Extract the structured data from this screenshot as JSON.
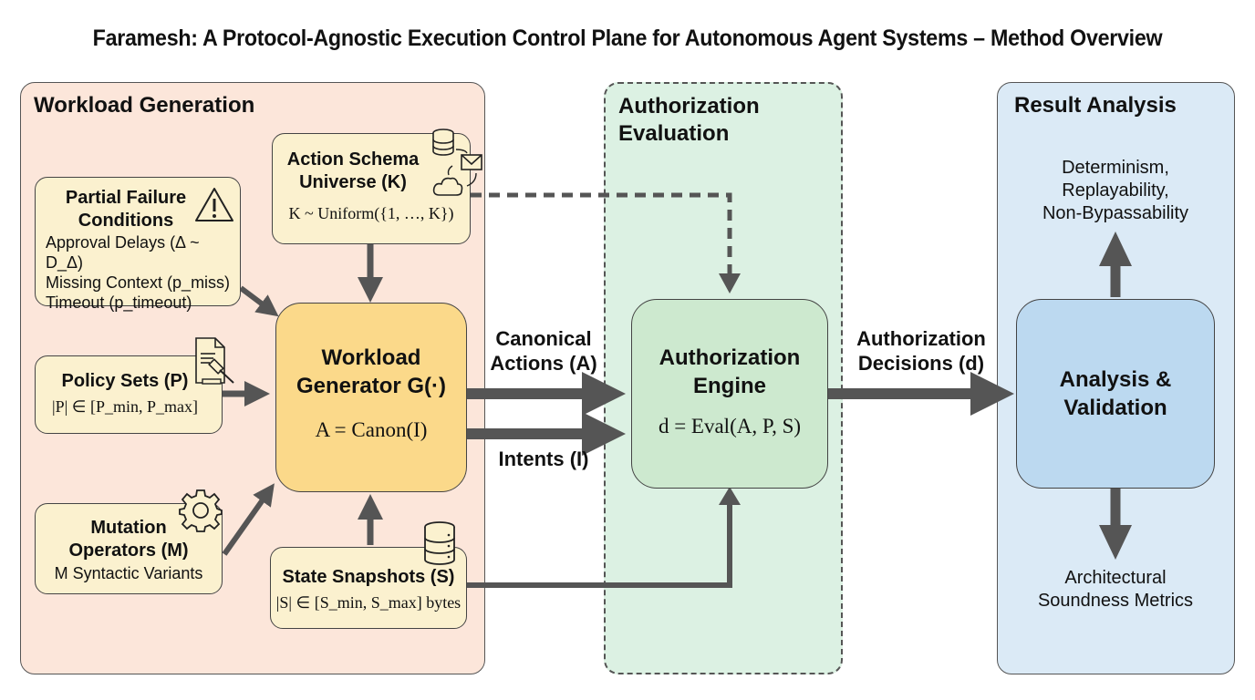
{
  "title": "Faramesh: A Protocol-Agnostic Execution Control Plane for Autonomous Agent Systems – Method Overview",
  "panels": {
    "workload": {
      "title": "Workload Generation"
    },
    "authorization": {
      "title_line1": "Authorization",
      "title_line2": "Evaluation"
    },
    "result": {
      "title": "Result Analysis"
    }
  },
  "boxes": {
    "partial_failure": {
      "title_line1": "Partial Failure",
      "title_line2": "Conditions",
      "lines": [
        "Approval Delays (Δ ~ D_Δ)",
        "Missing Context (p_miss)",
        "Timeout (p_timeout)"
      ],
      "icon": "warning-icon"
    },
    "action_schema": {
      "title_line1": "Action Schema",
      "title_line2": "Universe (K)",
      "formula": "K ~ Uniform({1, …, K})",
      "icon": "database-mail-cloud-icon"
    },
    "policy_sets": {
      "title": "Policy Sets (P)",
      "formula": "|P| ∈ [P_min, P_max]",
      "icon": "document-gavel-icon"
    },
    "mutation": {
      "title_line1": "Mutation",
      "title_line2": "Operators (M)",
      "subtitle": "M Syntactic Variants",
      "icon": "gear-icon"
    },
    "state_snapshots": {
      "title": "State Snapshots (S)",
      "formula": "|S| ∈ [S_min, S_max] bytes",
      "icon": "database-icon"
    },
    "workload_generator": {
      "title_line1": "Workload",
      "title_line2": "Generator G(·)",
      "formula": "A = Canon(I)"
    },
    "authorization_engine": {
      "title_line1": "Authorization",
      "title_line2": "Engine",
      "formula": "d = Eval(A, P, S)"
    },
    "analysis": {
      "title_line1": "Analysis &",
      "title_line2": "Validation"
    }
  },
  "edges": {
    "canonical_actions": {
      "line1": "Canonical",
      "line2": "Actions (A)"
    },
    "intents": {
      "label": "Intents (I)"
    },
    "decisions": {
      "line1": "Authorization",
      "line2": "Decisions (d)"
    }
  },
  "outputs": {
    "top": [
      "Determinism,",
      "Replayability,",
      "Non-Bypassability"
    ],
    "bottom": [
      "Architectural",
      "Soundness Metrics"
    ]
  },
  "colors": {
    "workload_panel": "#fce6da",
    "authorization_panel": "#dcf1e3",
    "result_panel": "#dbeaf6",
    "input_box": "#fbf1cf",
    "generator_box": "#fbd98a",
    "engine_box": "#cde9cf",
    "analysis_box": "#bcd9f0",
    "arrow": "#555555"
  }
}
